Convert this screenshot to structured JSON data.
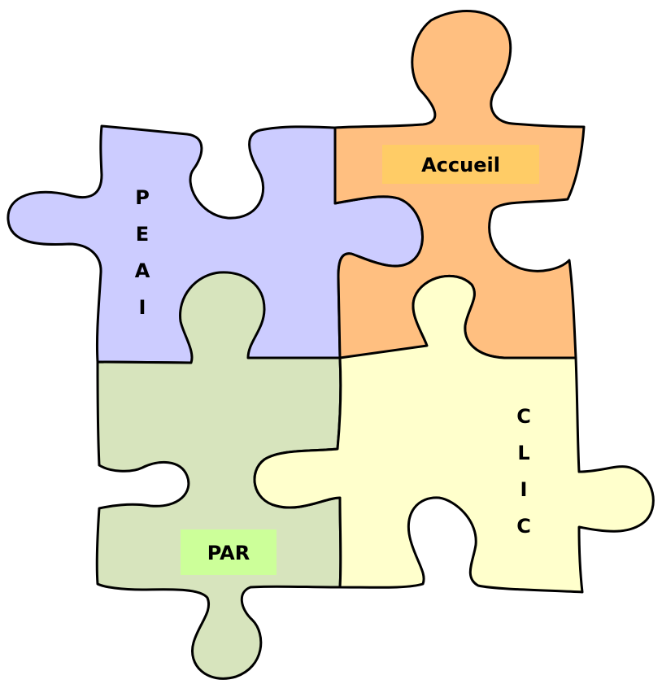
{
  "pieces": [
    {
      "id": "peai",
      "fill": "#CCCCFF",
      "letters": [
        "P",
        "E",
        "A",
        "I"
      ]
    },
    {
      "id": "accueil",
      "fill": "#FFBF80",
      "label": "Accueil",
      "label_bg": "#FFCC66"
    },
    {
      "id": "par",
      "fill": "#D7E4BD",
      "label": "PAR",
      "label_bg": "#CCFF99"
    },
    {
      "id": "clic",
      "fill": "#FFFFCC",
      "letters": [
        "C",
        "L",
        "I",
        "C"
      ]
    }
  ]
}
